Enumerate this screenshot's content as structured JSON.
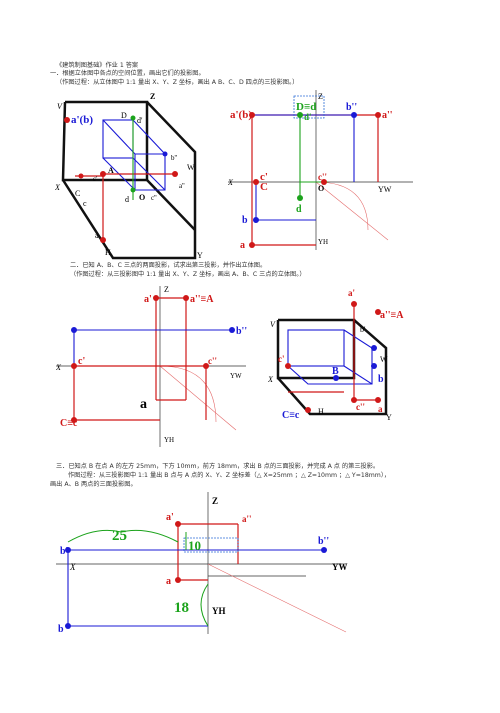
{
  "doc": {
    "title": "《建筑制图基础》作业 1 答案",
    "s1_heading": "一．根据立体图中各点的空间位置，画出它们的投影图。",
    "s1_method": "（作图过程：从立体图中 1:1 量出 X、Y、Z 坐标，画出 A B、C、D 四点的三投影图。）",
    "s2_heading": "二．已知  A、B、C 三点的两面投影，试求出第三投影，并作出立体图。",
    "s2_method": "（作图过程：从三投影图中        1:1 量出 X、Y、Z 坐标，画出 A、B、C 三点的立体图。）",
    "s3_heading": "三．已知点 B 在点 A 的左方 25mm，下方 10mm，前方 18mm，求出 B 点的三面投影，并完成  A 点 的第三投影。",
    "s3_method_1": "作图过程：从三投影图中 1:1 量出 B 点与 A 点的 X、Y、Z 坐标差（△ X=25mm ；△ Z=10mm ；△ Y=18mm），",
    "s3_method_2": "画出 A、B 两点的三面投影图。"
  },
  "labels": {
    "a_b": "a'(b)",
    "d_prime": "d'",
    "d_eq": "D≡d",
    "a2": "a''",
    "b2": "b''",
    "c_prime": "c'",
    "c2": "c''",
    "c_eq": "C≡c",
    "A_eq": "a''≡A",
    "a1": "a'",
    "X": "X",
    "Y": "Y",
    "Z": "Z",
    "O": "O",
    "V": "V",
    "W": "W",
    "H": "H",
    "YW": "YW",
    "YH": "YH",
    "A": "A",
    "B": "B",
    "C": "C",
    "D": "D",
    "a": "a",
    "b": "b",
    "c": "c",
    "d": "d",
    "b1": "b'",
    "a_hand": "a",
    "dim25": "25",
    "dim10": "10",
    "dim18": "18"
  }
}
